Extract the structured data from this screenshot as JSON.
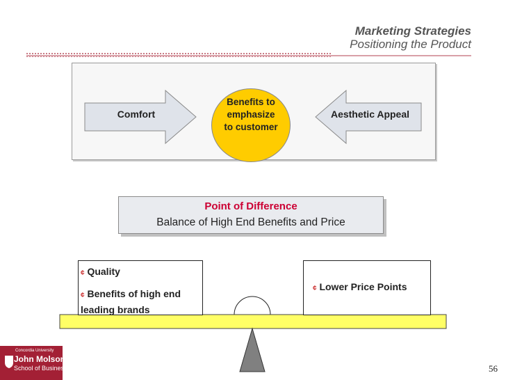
{
  "header": {
    "title": "Marketing Strategies",
    "subtitle": "Positioning the Product"
  },
  "diagram": {
    "left_arrow": "Comfort",
    "center_circle": [
      "Benefits to",
      "emphasize",
      "to customer"
    ],
    "right_arrow": "Aesthetic Appeal"
  },
  "point_of_difference": {
    "title": "Point of Difference",
    "subtitle": "Balance of High End Benefits and Price"
  },
  "scale": {
    "left_items": [
      "Quality",
      "Benefits of high end leading brands"
    ],
    "right_items": [
      "Lower Price Points"
    ],
    "bullet": "¢"
  },
  "logo": {
    "line1": "Concordia University",
    "line2": "John Molson",
    "line3": "School of Business"
  },
  "page_number": "56",
  "colors": {
    "accent_red": "#cc0033",
    "circle_yellow": "#ffcc00",
    "beam_yellow": "#ffff66",
    "logo_maroon": "#a32035"
  }
}
